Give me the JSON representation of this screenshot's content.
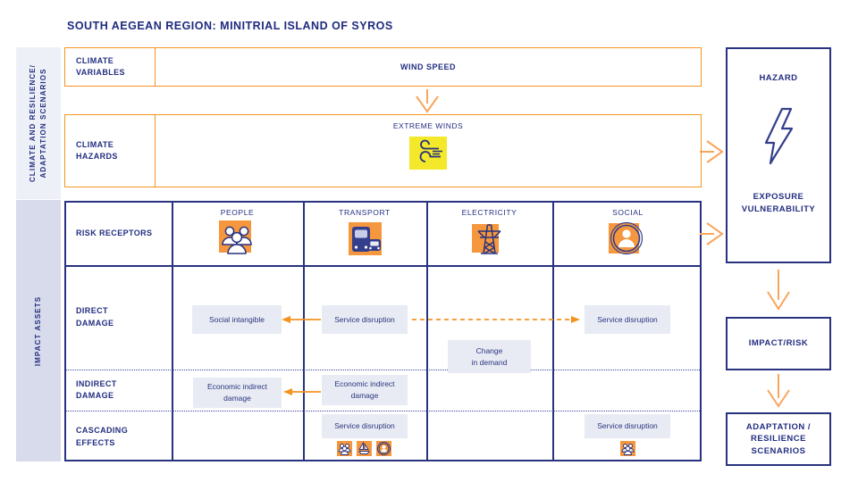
{
  "title": "SOUTH AEGEAN REGION: MINITRIAL ISLAND OF SYROS",
  "sidebar": {
    "top_label": "CLIMATE AND RESILIENCE/\nADAPTATION SCENARIOS",
    "bottom_label": "IMPACT ASSETS"
  },
  "climate": {
    "variables_label": "CLIMATE\nVARIABLES",
    "variables_value": "WIND SPEED",
    "hazards_label": "CLIMATE\nHAZARDS",
    "hazards_value": "EXTREME WINDS",
    "hazards_icon": "wind-icon"
  },
  "receptors": {
    "label": "RISK RECEPTORS",
    "columns": [
      {
        "label": "PEOPLE",
        "icon": "people-icon"
      },
      {
        "label": "TRANSPORT",
        "icon": "transport-icon"
      },
      {
        "label": "ELECTRICITY",
        "icon": "electricity-icon"
      },
      {
        "label": "SOCIAL",
        "icon": "social-icon"
      }
    ]
  },
  "impact": {
    "rows": [
      {
        "label": "DIRECT\nDAMAGE"
      },
      {
        "label": "INDIRECT\nDAMAGE"
      },
      {
        "label": "CASCADING\nEFFECTS"
      }
    ],
    "cells": {
      "direct_people": "Social intangible",
      "direct_transport": "Service disruption",
      "direct_electricity": "Change\nin demand",
      "direct_social": "Service disruption",
      "indirect_people": "Economic indirect\ndamage",
      "indirect_transport": "Economic indirect\ndamage",
      "cascading_transport": "Service disruption",
      "cascading_social": "Service disruption"
    },
    "cascading_icons_transport": [
      "people-icon",
      "boat-icon",
      "person-circle-icon"
    ],
    "cascading_icons_social": [
      "people-icon"
    ]
  },
  "right_panel": {
    "hazard_label": "HAZARD",
    "hazard_icon": "lightning-icon",
    "exposure_label": "EXPOSURE\nVULNERABILITY",
    "impact_risk_label": "IMPACT/RISK",
    "adaptation_label": "ADAPTATION /\nRESILIENCE\nSCENARIOS"
  },
  "colors": {
    "navy": "#232E80",
    "orange_border": "#F4931F",
    "orange_arrow": "#F9A55B",
    "orange_icon_bg": "#F5973E",
    "yellow": "#F3E829",
    "cell_bg": "#E9EBF4",
    "sidebar_top_bg": "#EEF0F8",
    "sidebar_bottom_bg": "#D8DBEB"
  }
}
